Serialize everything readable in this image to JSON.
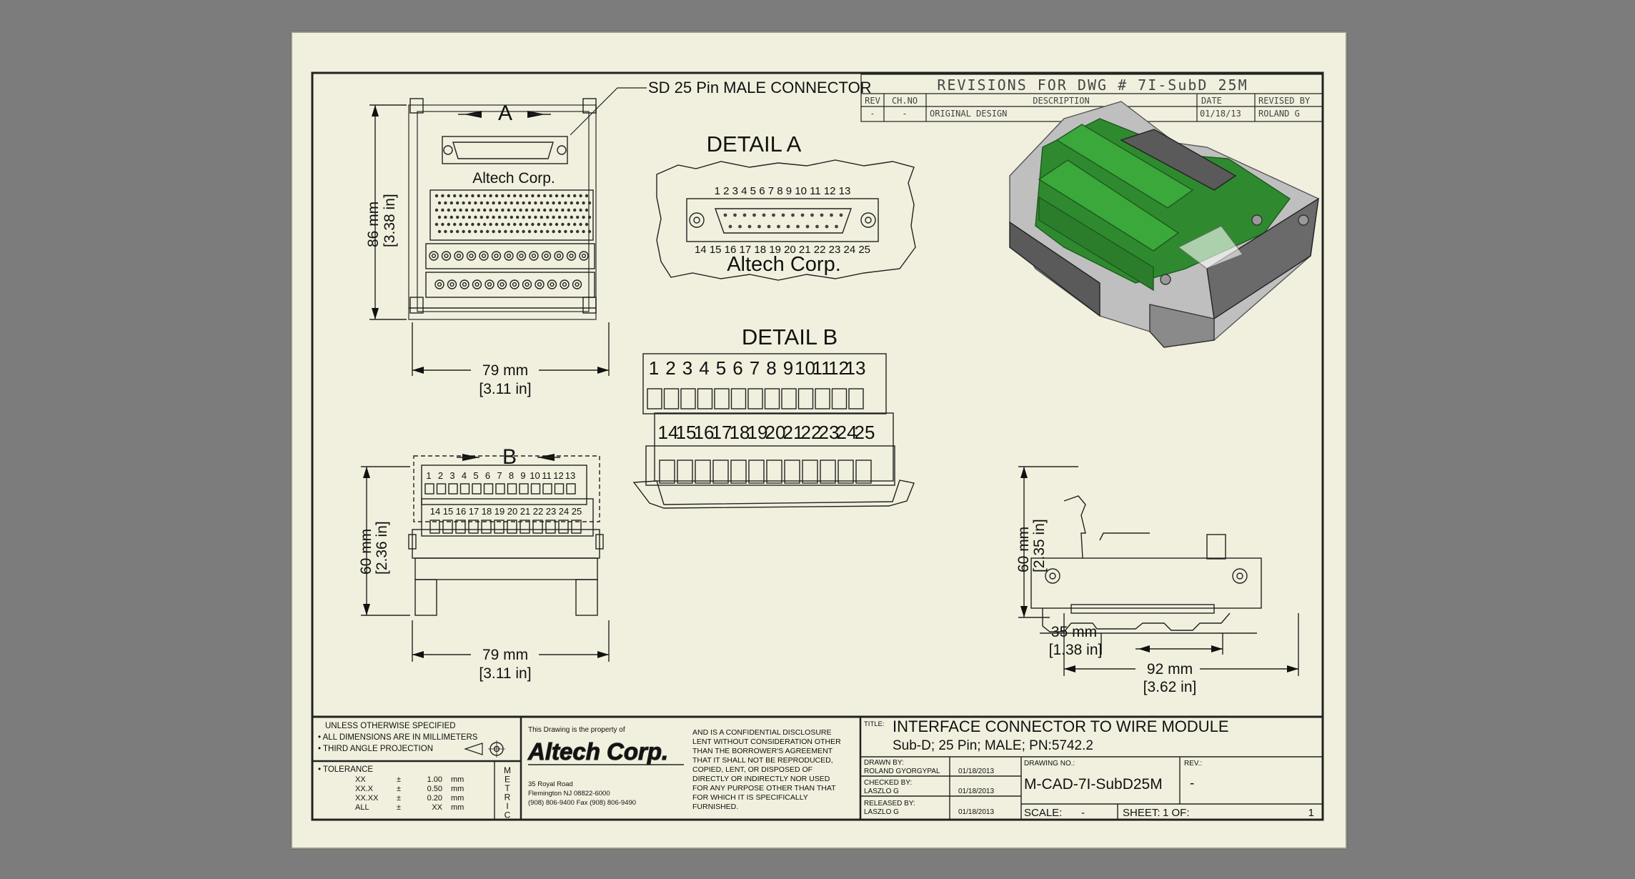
{
  "connector_label": "SD 25 Pin MALE CONNECTOR",
  "view_a": {
    "label": "A",
    "brand": "Altech Corp.",
    "height_mm": "86 mm",
    "height_in": "[3.38 in]",
    "width_mm": "79 mm",
    "width_in": "[3.11 in]"
  },
  "view_b": {
    "label": "B",
    "height_mm": "60 mm",
    "height_in": "[2.36 in]",
    "width_mm": "79 mm",
    "width_in": "[3.11 in]"
  },
  "side_view": {
    "height_mm": "60 mm",
    "height_in": "[2.35 in]",
    "rail_mm": "35 mm",
    "rail_in": "[1.38 in]",
    "width_mm": "92 mm",
    "width_in": "[3.62 in]"
  },
  "detail_a": {
    "title": "DETAIL  A",
    "top_pins": "1 2 3 4 5 6 7 8 9 10 11 12 13",
    "bottom_pins": "14 15 16 17 18 19 20 21 22 23 24 25",
    "brand": "Altech Corp."
  },
  "detail_b": {
    "title": "DETAIL  B"
  },
  "pins_top": [
    "1",
    "2",
    "3",
    "4",
    "5",
    "6",
    "7",
    "8",
    "9",
    "10",
    "11",
    "12",
    "13"
  ],
  "pins_bottom": [
    "14",
    "15",
    "16",
    "17",
    "18",
    "19",
    "20",
    "21",
    "22",
    "23",
    "24",
    "25"
  ],
  "revisions": {
    "title": "REVISIONS FOR DWG # 7I-SubD 25M",
    "headers": {
      "rev": "REV",
      "chno": "CH.NO",
      "description": "DESCRIPTION",
      "date": "DATE",
      "revised_by": "REVISED BY"
    },
    "row": {
      "rev": "-",
      "chno": "-",
      "description": "ORIGINAL DESIGN",
      "date": "01/18/13",
      "revised_by": "ROLAND G"
    }
  },
  "title_block": {
    "unless": "UNLESS OTHERWISE SPECIFIED",
    "dims_note": "• ALL DIMENSIONS ARE IN MILLIMETERS",
    "projection_note": "• THIRD ANGLE PROJECTION",
    "tolerance_label": "• TOLERANCE",
    "tolerances": [
      {
        "name": "XX",
        "sym": "±",
        "val": "1.00",
        "unit": "mm"
      },
      {
        "name": "XX.X",
        "sym": "±",
        "val": "0.50",
        "unit": "mm"
      },
      {
        "name": "XX.XX",
        "sym": "±",
        "val": "0.20",
        "unit": "mm"
      },
      {
        "name": "ALL",
        "sym": "±",
        "val": "XX",
        "unit": "mm"
      }
    ],
    "metric": [
      "M",
      "E",
      "T",
      "R",
      "I",
      "C"
    ],
    "property_of": "This Drawing is the property of",
    "company": "Altech Corp.",
    "address1": "35 Royal Road",
    "address2": "Flemington NJ 08822-6000",
    "phone": "(908) 806-9400  Fax (908) 806-9490",
    "disclosure": [
      "AND IS A CONFIDENTIAL DISCLOSURE",
      "LENT WITHOUT CONSIDERATION OTHER",
      "THAN THE BORROWER'S AGREEMENT",
      "THAT IT SHALL NOT BE REPRODUCED,",
      "COPIED, LENT, OR DISPOSED OF",
      "DIRECTLY OR INDIRECTLY NOR USED",
      "FOR ANY PURPOSE OTHER THAN THAT",
      "FOR WHICH IT IS SPECIFICALLY",
      "FURNISHED."
    ],
    "title_label": "TITLE:",
    "title_line1": "INTERFACE CONNECTOR TO WIRE MODULE",
    "title_line2": "Sub-D; 25 Pin; MALE; PN:5742.2",
    "drawn_by_label": "DRAWN BY:",
    "drawn_by": "ROLAND GYORGYPAL",
    "drawn_date": "01/18/2013",
    "checked_by_label": "CHECKED BY:",
    "checked_by": "LASZLO G",
    "checked_date": "01/18/2013",
    "released_by_label": "RELEASED BY:",
    "released_by": "LASZLO G",
    "released_date": "01/18/2013",
    "drawing_no_label": "DRAWING NO.:",
    "drawing_no": "M-CAD-7I-SubD25M",
    "rev_label": "REV.:",
    "rev": "-",
    "scale_label": "SCALE:",
    "scale": "-",
    "sheet_label": "SHEET:",
    "sheet": "1 OF:",
    "sheet_total": "1"
  },
  "colors": {
    "paper": "#f1f0de",
    "frame": "#7c7c7c",
    "terminal_green": "#3aa83a",
    "pcb_green": "#2f8a2f",
    "housing_gray": "#5a5a5a"
  }
}
